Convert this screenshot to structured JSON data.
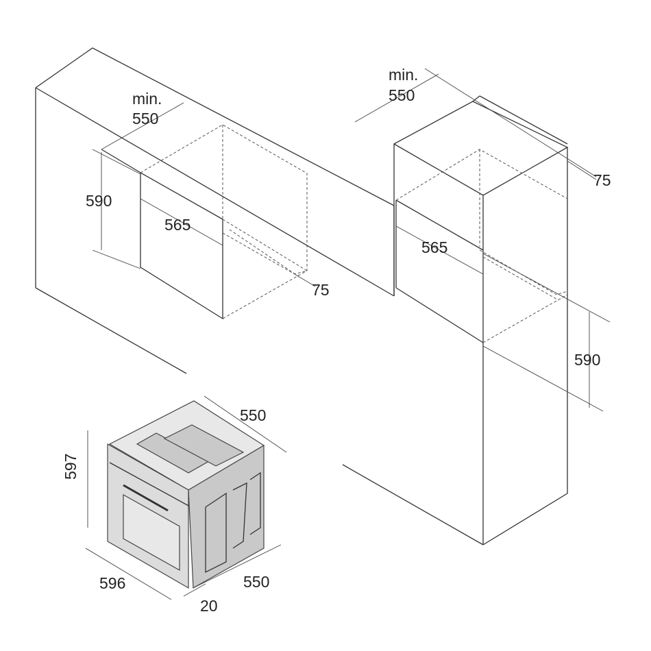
{
  "left_niche": {
    "depth_prefix": "min.",
    "depth": "550",
    "height": "590",
    "width": "565",
    "vent_gap": "75"
  },
  "right_niche": {
    "depth_prefix": "min.",
    "depth": "550",
    "vent_gap": "75",
    "width": "565",
    "height_from_floor": "590"
  },
  "oven": {
    "depth_top": "550",
    "height": "597",
    "width": "596",
    "depth_bottom": "550",
    "front_panel": "20"
  }
}
